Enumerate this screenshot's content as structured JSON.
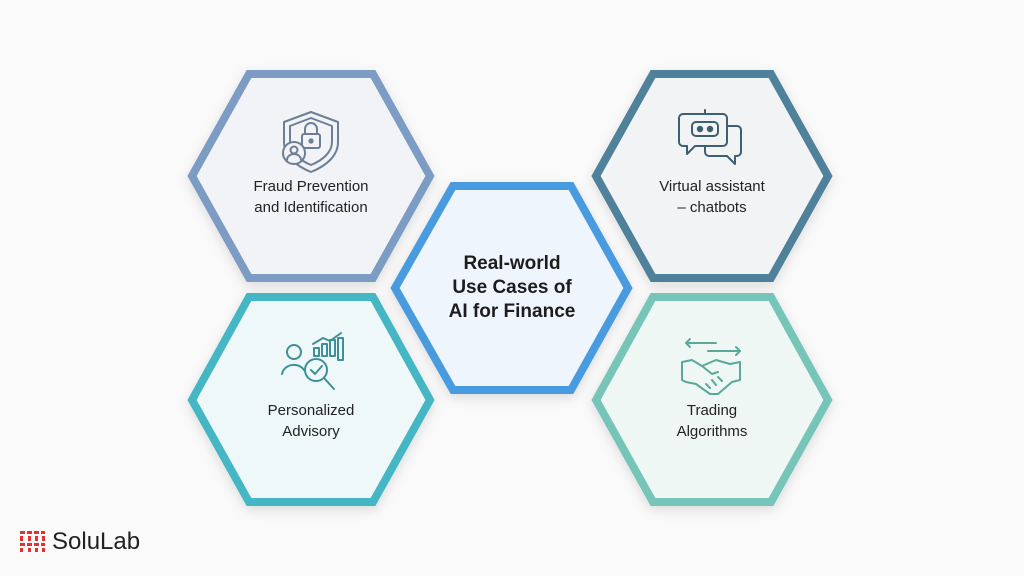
{
  "center": {
    "lines": [
      "Real-world",
      "Use Cases of",
      "AI for Finance"
    ],
    "color": "#4a9be0",
    "fill": "#eef5fc"
  },
  "cards": {
    "fraud": {
      "lines": [
        "Fraud Prevention",
        "and Identification"
      ],
      "color": "#7d9cc4",
      "fill": "#f1f3f7",
      "icon": "shield-lock-user-icon"
    },
    "virtual": {
      "lines": [
        "Virtual assistant",
        "– chatbots"
      ],
      "color": "#4f829a",
      "fill": "#f1f3f5",
      "icon": "chatbot-icon"
    },
    "advisory": {
      "lines": [
        "Personalized",
        "Advisory"
      ],
      "color": "#45b6c4",
      "fill": "#eef8f8",
      "icon": "advisor-chart-icon"
    },
    "trading": {
      "lines": [
        "Trading",
        "Algorithms"
      ],
      "color": "#76c5b8",
      "fill": "#eff7f5",
      "icon": "handshake-icon"
    }
  },
  "brand": {
    "name": "SoluLab",
    "logo": "solulab-logo",
    "color": "#e2322f"
  }
}
